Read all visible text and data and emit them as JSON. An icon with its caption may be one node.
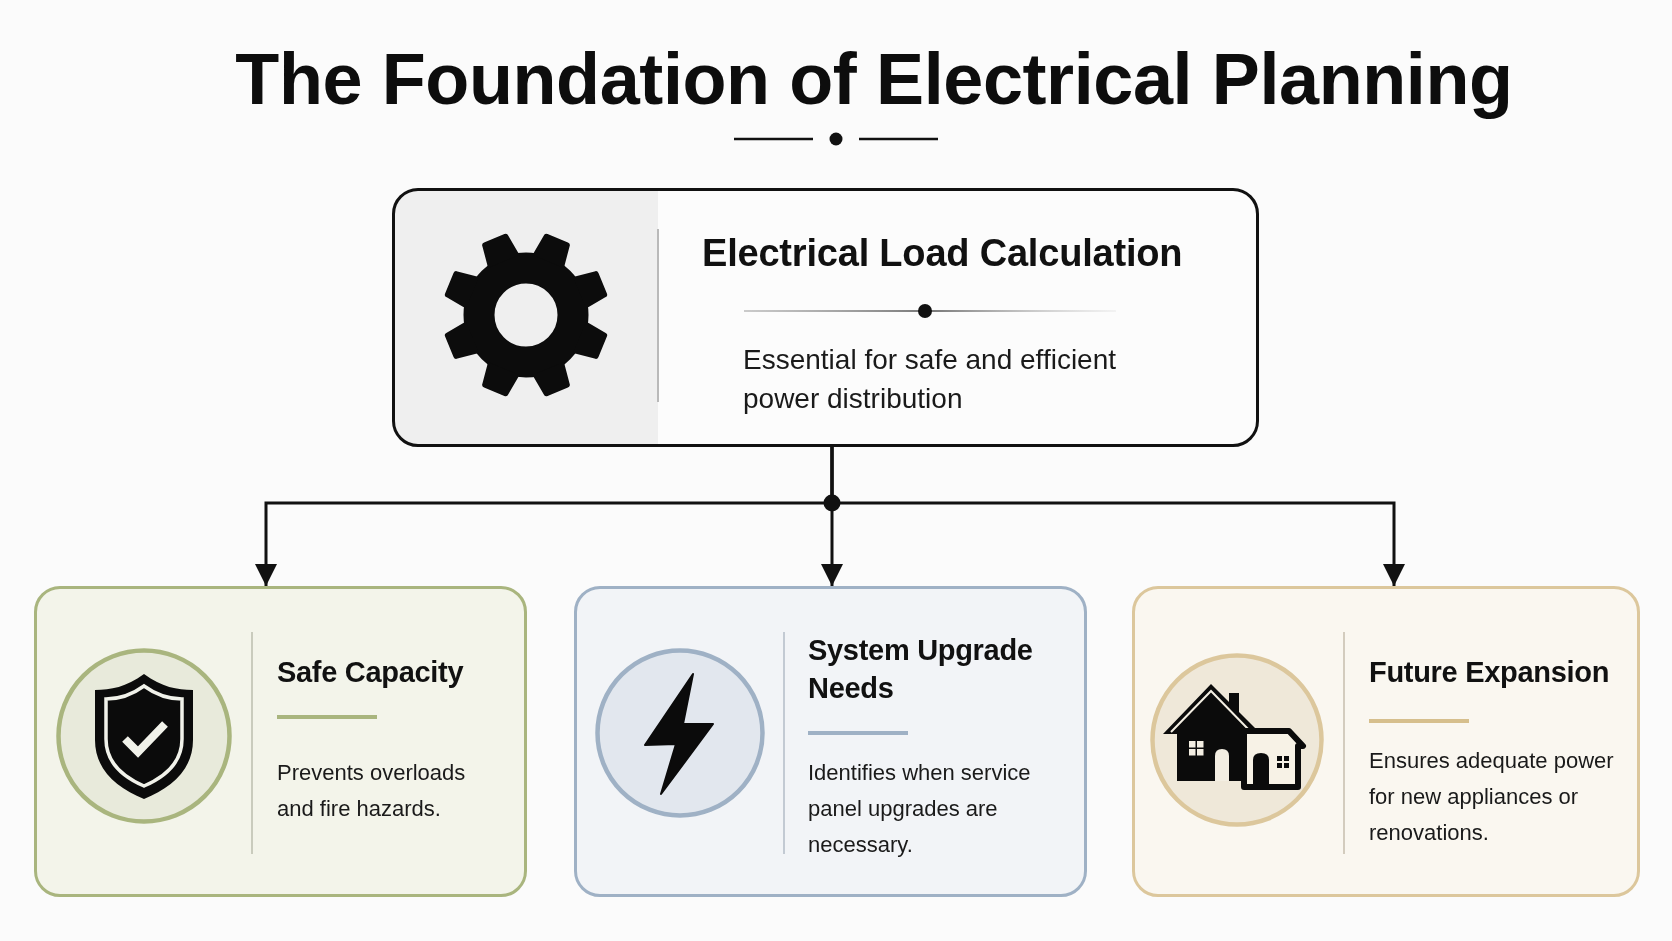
{
  "diagram": {
    "title": "The Foundation of Electrical Planning",
    "nodes": [
      {
        "text": [
          "Electrical Load Calculation",
          "Essential for safe and efficient power distribution"
        ]
      },
      {
        "text": [
          "Safe Capacity",
          "Prevents overloads and fire hazards."
        ]
      },
      {
        "text": [
          "System Upgrade Needs",
          "Identifies when service panel upgrades are necessary."
        ]
      },
      {
        "text": [
          "Future Expansion",
          "Ensures adequate power for new appliances or renovations."
        ]
      }
    ],
    "edges": [
      {
        "from": 0,
        "to": 1,
        "arrow": "to"
      },
      {
        "from": 0,
        "to": 2,
        "arrow": "to"
      },
      {
        "from": 0,
        "to": 3,
        "arrow": "to"
      }
    ]
  }
}
